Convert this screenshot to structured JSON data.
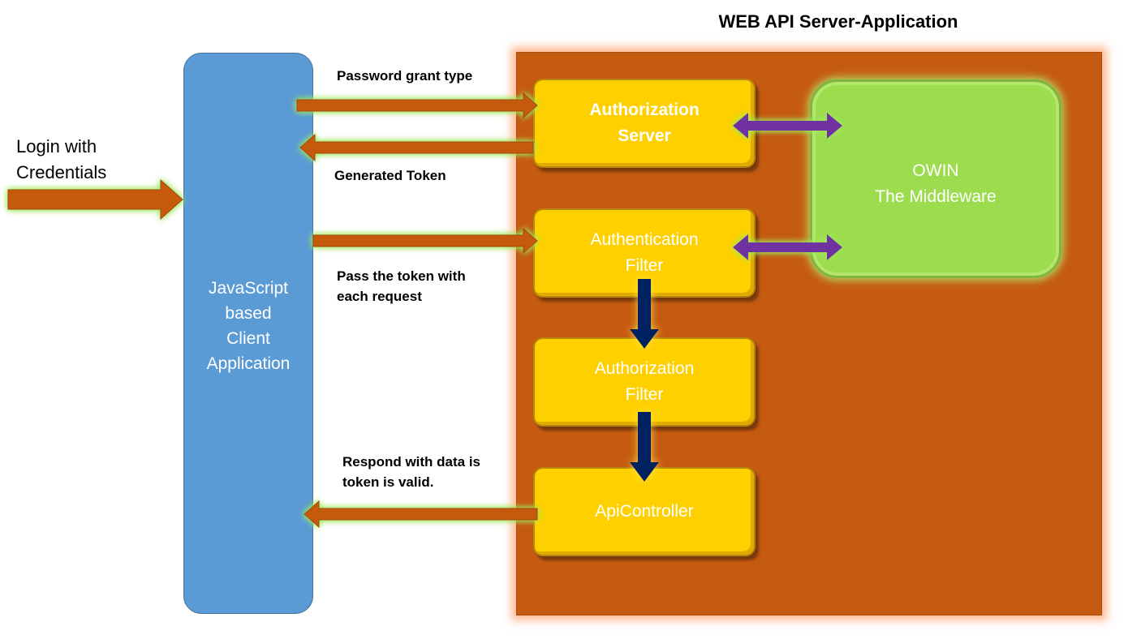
{
  "title": "WEB API Server-Application",
  "client": {
    "line1": "JavaScript",
    "line2": "based",
    "line3": "Client",
    "line4": "Application"
  },
  "login": {
    "line1": "Login with",
    "line2": "Credentials"
  },
  "boxes": {
    "authorization_server": {
      "line1": "Authorization",
      "line2": "Server"
    },
    "authentication_filter": {
      "line1": "Authentication",
      "line2": "Filter"
    },
    "authorization_filter": {
      "line1": "Authorization",
      "line2": "Filter"
    },
    "api_controller": {
      "line1": "ApiController"
    }
  },
  "owin": {
    "line1": "OWIN",
    "line2": "The Middleware"
  },
  "labels": {
    "password_grant": "Password grant type",
    "generated_token": "Generated Token",
    "pass_token_1": "Pass the token with",
    "pass_token_2": "each request",
    "respond_1": "Respond with data is",
    "respond_2": "token is valid."
  },
  "colors": {
    "server_panel": "#C55A11",
    "client_box": "#5B9BD5",
    "process_box": "#FFD000",
    "owin_box": "#9DDC4F",
    "orange_arrow": "#C55A11",
    "purple_arrow": "#7030A0",
    "navy_arrow": "#002060",
    "glow": "#9EE85A"
  }
}
